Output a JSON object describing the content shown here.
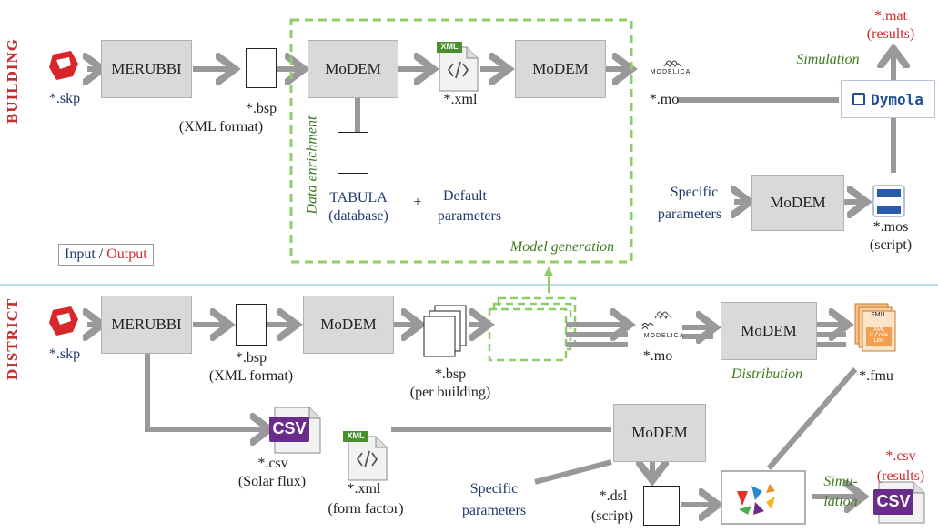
{
  "sections": {
    "building": "BUILDING",
    "district": "DISTRICT"
  },
  "legend": {
    "input": "Input",
    "sep": "/",
    "output": "Output"
  },
  "colors": {
    "accent_red": "#cc2a2a",
    "input_blue": "#1f3a6e",
    "green_dashed": "#8fcc6a",
    "arrow_gray": "#999999"
  },
  "building": {
    "skp": "*.skp",
    "merubbi": "MERUBBI",
    "bsp": "*.bsp",
    "bsp_sub": "(XML format)",
    "modem1": "MoDEM",
    "modem2": "MoDEM",
    "xml_badge": "XML",
    "xml": "*.xml",
    "modelica": "MODELICA",
    "mo": "*.mo",
    "data_enrichment": "Data enrichment",
    "tabula": "TABULA",
    "tabula_sub": "(database)",
    "plus": "+",
    "default1": "Default",
    "default2": "parameters",
    "model_generation": "Model generation",
    "specific1": "Specific",
    "specific2": "parameters",
    "modem3": "MoDEM",
    "mos": "*.mos",
    "mos_sub": "(script)",
    "dymola": "Dymola",
    "simulation": "Simulation",
    "mat": "*.mat",
    "mat_sub": "(results)"
  },
  "district": {
    "skp": "*.skp",
    "merubbi": "MERUBBI",
    "bsp": "*.bsp",
    "bsp_sub": "(XML format)",
    "modem1": "MoDEM",
    "bsp2": "*.bsp",
    "bsp2_sub": "(per building)",
    "modelica": "MODELICA",
    "mo": "*.mo",
    "modem2": "MoDEM",
    "distribution": "Distribution",
    "fmu": "*.fmu",
    "fmu_badge": "FMU",
    "fmu_lines": [
      "XML",
      "C Code",
      "Libs"
    ],
    "csv_badge": "CSV",
    "csv": "*.csv",
    "csv_sub": "(Solar flux)",
    "xml_badge": "XML",
    "xml": "*.xml",
    "xml_sub": "(form factor)",
    "modem3": "MoDEM",
    "specific1": "Specific",
    "specific2": "parameters",
    "dsl": "*.dsl",
    "dsl_sub": "(script)",
    "simulation1": "Simu-",
    "simulation2": "lation",
    "csv_out": "*.csv",
    "csv_out_sub": "(results)",
    "csv_out_badge": "CSV"
  }
}
